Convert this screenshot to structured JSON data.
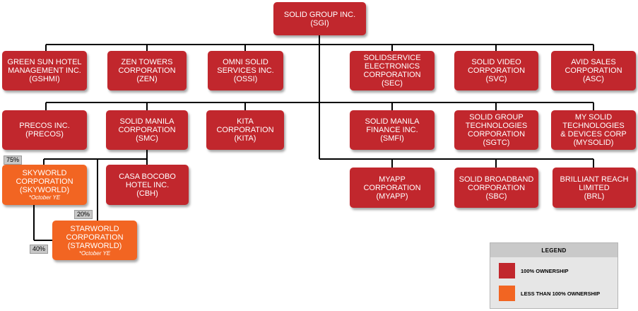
{
  "parent": {
    "line1": "SOLID GROUP INC.",
    "line2": "(SGI)"
  },
  "subsidiaries": {
    "gshmi": {
      "line1": "GREEN SUN HOTEL",
      "line2": "MANAGEMENT INC.",
      "line3": "(GSHMI)"
    },
    "zen": {
      "line1": "ZEN TOWERS",
      "line2": "CORPORATION",
      "line3": "(ZEN)"
    },
    "ossi": {
      "line1": "OMNI SOLID",
      "line2": "SERVICES INC.",
      "line3": "(OSSI)"
    },
    "sec": {
      "line1": "SOLIDSERVICE",
      "line2": "ELECTRONICS",
      "line3": "CORPORATION",
      "line4": "(SEC)"
    },
    "svc": {
      "line1": "SOLID VIDEO",
      "line2": "CORPORATION",
      "line3": "(SVC)"
    },
    "asc": {
      "line1": "AVID SALES",
      "line2": "CORPORATION",
      "line3": "(ASC)"
    },
    "precos": {
      "line1": "PRECOS INC.",
      "line2": "(PRECOS)"
    },
    "smc": {
      "line1": "SOLID MANILA",
      "line2": "CORPORATION",
      "line3": "(SMC)"
    },
    "kita": {
      "line1": "KITA",
      "line2": "CORPORATION",
      "line3": "(KITA)"
    },
    "smfi": {
      "line1": "SOLID MANILA",
      "line2": "FINANCE INC.",
      "line3": "(SMFI)"
    },
    "sgtc": {
      "line1": "SOLID GROUP",
      "line2": "TECHNOLOGIES",
      "line3": "CORPORATION",
      "line4": "(SGTC)"
    },
    "mysolid": {
      "line1": "MY SOLID",
      "line2": "TECHNOLOGIES",
      "line3": "& DEVICES CORP",
      "line4": "(MYSOLID)"
    },
    "skyworld": {
      "line1": "SKYWORLD",
      "line2": "CORPORATION",
      "line3": "(SKYWORLD)",
      "note": "*October YE"
    },
    "cbh": {
      "line1": "CASA BOCOBO",
      "line2": "HOTEL INC.",
      "line3": "(CBH)"
    },
    "myapp": {
      "line1": "MYAPP",
      "line2": "CORPORATION",
      "line3": "(MYAPP)"
    },
    "sbc": {
      "line1": "SOLID BROADBAND",
      "line2": "CORPORATION",
      "line3": "(SBC)"
    },
    "brl": {
      "line1": "BRILLIANT REACH",
      "line2": "LIMITED",
      "line3": "(BRL)"
    },
    "starworld": {
      "line1": "STARWORLD",
      "line2": "CORPORATION",
      "line3": "(STARWORLD)",
      "note": "*October YE"
    }
  },
  "ownership_labels": {
    "skyworld": "75%",
    "starworld_smc": "20%",
    "starworld_skyworld": "40%"
  },
  "legend": {
    "title": "LEGEND",
    "full": "100% OWNERSHIP",
    "partial": "LESS THAN 100% OWNERSHIP"
  },
  "colors": {
    "full_ownership": "#c1272d",
    "partial_ownership": "#f26522",
    "connector": "#000000"
  }
}
